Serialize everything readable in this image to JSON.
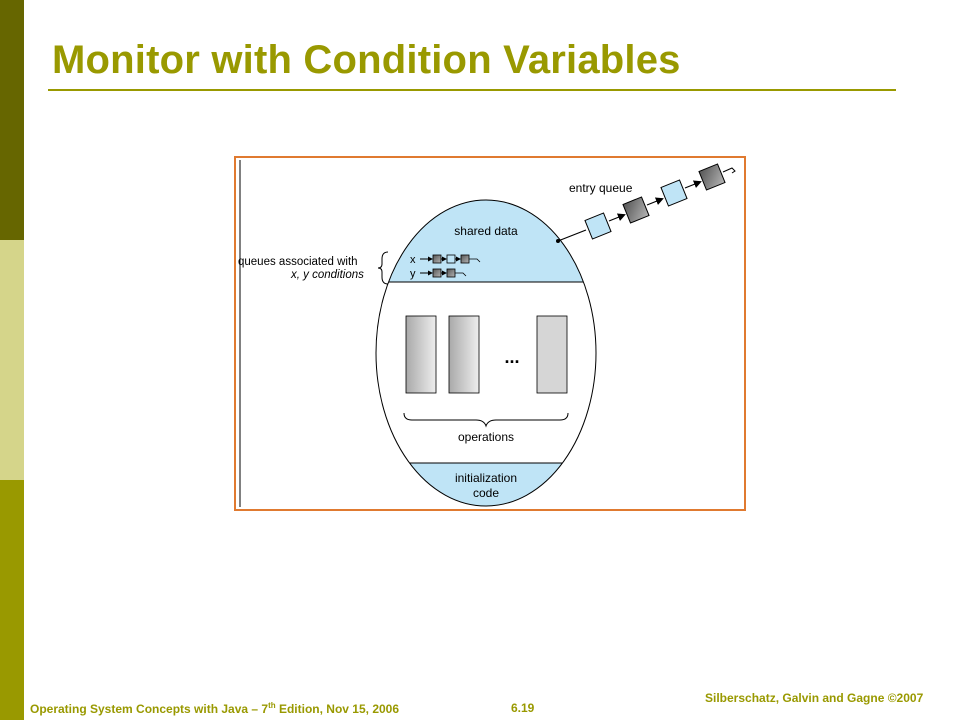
{
  "slide": {
    "title": "Monitor with Condition Variables"
  },
  "diagram": {
    "shared_data_label": "shared data",
    "queues_label_line1": "queues associated with",
    "queues_label_line2": "x, y conditions",
    "x_label": "x",
    "y_label": "y",
    "entry_queue_label": "entry queue",
    "ellipsis": "...",
    "operations_label": "operations",
    "init_label_line1": "initialization",
    "init_label_line2": "code",
    "colors": {
      "light_blue": "#bfe4f6",
      "frame_orange": "#e07a30",
      "dark_box": "#6a6a6a"
    }
  },
  "footer": {
    "left_prefix": "Operating System Concepts  with Java – 7",
    "left_sup": "th",
    "left_suffix": " Edition, Nov 15, 2006",
    "center": "6.19",
    "right": "Silberschatz, Galvin and Gagne ©2007"
  }
}
